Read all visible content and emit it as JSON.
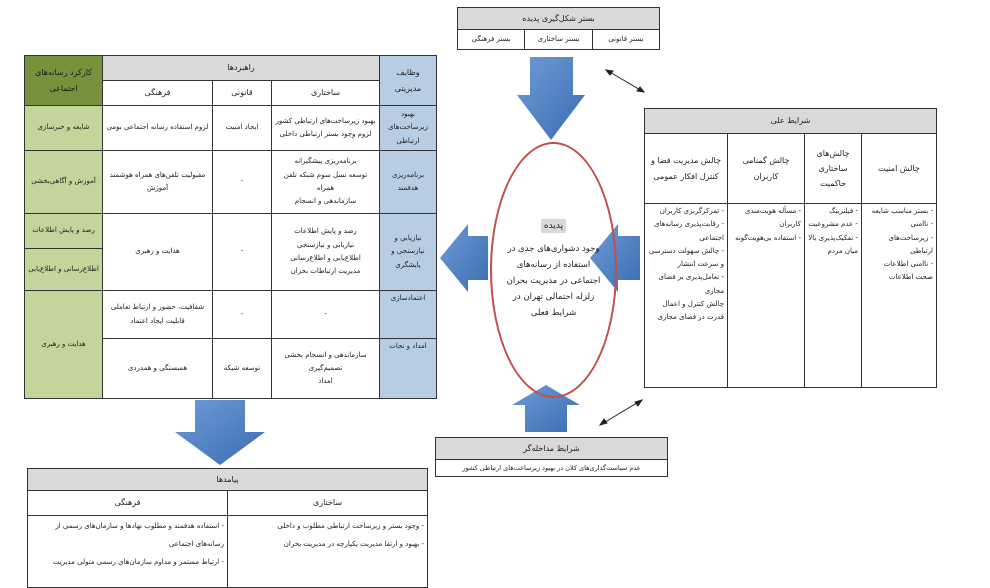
{
  "context_box": {
    "title": "بستر شکل‌گیری پدیده",
    "items": [
      "بستر قانونی",
      "بستر ساختاری",
      "بستر فرهنگی"
    ]
  },
  "strategy_table": {
    "func_header": "کارکرد رسانه‌های اجتماعی",
    "strategies_header": "راهبردها",
    "mgmt_header": "وظایف مدیریتی",
    "sub_headers": {
      "cultural": "فرهنگی",
      "legal": "قانونی",
      "structural": "ساختاری"
    },
    "rows": [
      {
        "mgmt": "بهبود زیرساخت‌های ارتباطی",
        "structural": [
          "بهبود زیرساخت‌های ارتباطی کشور",
          "لزوم وجود بستر ارتباطی داخلی"
        ],
        "legal": "ایجاد امنیت",
        "cultural": "لزوم استفاده رسانه اجتماعی بومی",
        "func": "شایعه و خبرسازی"
      },
      {
        "mgmt": "برنامه‌ریزی هدفمند",
        "structural": [
          "برنامه‌ریزی پیشگیرانه",
          "توسعه نسل سوم شبکه تلفن همراه",
          "سازماندهی و انسجام"
        ],
        "legal": "-",
        "cultural": "مقبولیت تلفن‌های همراه هوشمند آموزش",
        "func": "آموزش و آگاهی‌بخشی"
      },
      {
        "mgmt": "نیازیابی و نیازسنجی و پایشگری",
        "structural": [
          "رصد و پایش اطلاعات",
          "نیازیابی و نیازسنجی",
          "اطلاع‌یابی و اطلاع‌رسانی",
          "مدیریت ارتباطات بحران"
        ],
        "legal": "-",
        "cultural": "هدایت و رهبری",
        "func": [
          "رصد و پایش اطلاعات",
          "اطلاع‌رسانی و اطلاع‌یابی"
        ]
      },
      {
        "mgmt": "اعتمادسازی",
        "structural": [
          "-"
        ],
        "legal": "-",
        "cultural": "شفافیت، حضور و ارتباط تعاملی قابلیت ایجاد اعتماد",
        "func": "هدایت و رهبری"
      },
      {
        "mgmt": "امداد و نجات",
        "structural": [
          "سازماندهی و انسجام بخشی",
          "تصمیم‌گیری",
          "امداد"
        ],
        "legal": "توسعه شبکه",
        "cultural": "همبستگی و همدردی"
      }
    ]
  },
  "phenomenon": {
    "title": "پدیده",
    "text": "وجود دشواری‌های جدی در استفاده از رسانه‌های اجتماعی در مدیریت بحران زلزله احتمالی تهران در شرایط فعلی"
  },
  "causal": {
    "title": "شرایط علی",
    "columns": [
      {
        "title": "چالش امنیت",
        "items": [
          "بستر مناسب شایعه",
          "ناامنی",
          "زیرساخت‌های ارتباطی",
          "ناامنی اطلاعات"
        ],
        "extra": [
          "صحت اطلاعات"
        ]
      },
      {
        "title": "چالش‌های ساختاری حاکمیت",
        "items": [
          "فیلترینگ",
          "عدم مشروعیت",
          "تفکیک‌پذیری بالا میان مردم"
        ],
        "extra": []
      },
      {
        "title": "چالش گمنامی کاربران",
        "items": [
          "مسأله هویت‌مندی کاربران",
          "استفاده بی‌هویت‌گونه"
        ],
        "extra": []
      },
      {
        "title": "چالش مدیریت فضا و کنترل افکار عمومی",
        "items": [
          "تمرکزگریزی کاربران",
          "رقابت‌پذیری رسانه‌های اجتماعی",
          "چالش سهولت دسترسی و سرعت انتشار",
          "تعامل‌پذیری بر فضای مجازی"
        ],
        "extra": [
          "چالش کنترل و اعمال قدرت در فضای مجازی"
        ]
      }
    ]
  },
  "intervening": {
    "title": "شرایط مداخله‌گر",
    "text": "عدم سیاست‌گذاری‌های کلان در بهبود زیرساخت‌های ارتباطی کشور"
  },
  "outcomes": {
    "title": "پیامدها",
    "structural_header": "ساختاری",
    "cultural_header": "فرهنگی",
    "structural": [
      "وجود بستر و زیرساخت ارتباطی مطلوب و داخلی",
      "بهبود و ارتقا مدیریت یکپارچه در مدیریت بحران"
    ],
    "cultural": [
      "استفاده هدفمند و مطلوب نهادها و سازمان‌های رسمی از رسانه‌های اجتماعی",
      "ارتباط مستمر و مداوم سازمان‌های رسمی متولی مدیریت"
    ]
  },
  "colors": {
    "arrow": "#4f81bd",
    "ellipse": "#c0504d",
    "header": "#d9d9d9",
    "mgmt": "#b8cce4",
    "func_dark": "#76923c",
    "func_light": "#c2d69b"
  }
}
